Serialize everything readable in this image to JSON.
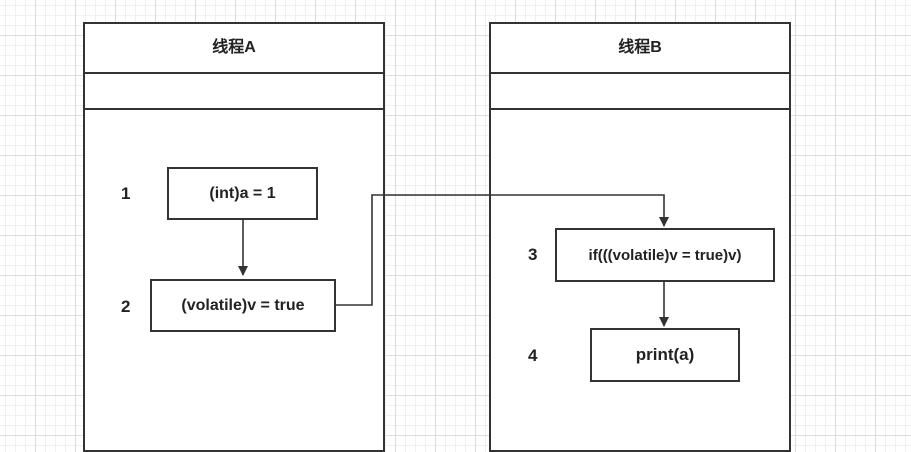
{
  "lanes": {
    "a": {
      "title": "线程A"
    },
    "b": {
      "title": "线程B"
    }
  },
  "steps": [
    {
      "number": "1",
      "code": "(int)a = 1"
    },
    {
      "number": "2",
      "code": "(volatile)v = true"
    },
    {
      "number": "3",
      "code": "if(((volatile)v = true)v)"
    },
    {
      "number": "4",
      "code": "print(a)"
    }
  ]
}
